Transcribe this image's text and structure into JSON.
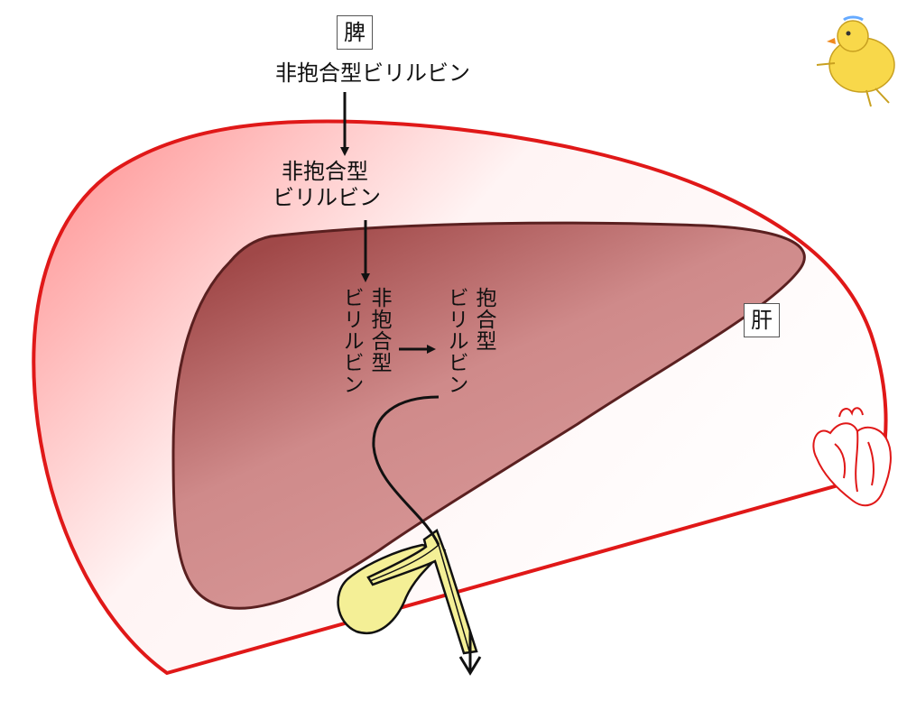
{
  "colors": {
    "organ_outline": "#e01818",
    "organ_fill_light": "#ffffff",
    "organ_fill_dark": "#ff8c8c",
    "liver_fill": "#d89090",
    "liver_fill_dark": "#a04848",
    "liver_outline": "#5a2020",
    "bile_duct": "#f4ef96",
    "bile_outline": "#111111"
  },
  "spleen": {
    "label": "脾",
    "substance": "非抱合型ビリルビン"
  },
  "blood": {
    "line1": "非抱合型",
    "line2": "ビリルビン"
  },
  "liver": {
    "label": "肝",
    "unconjugated_line1": "非抱合型",
    "unconjugated_line2": "ビリルビン",
    "conjugated_line1": "抱合型",
    "conjugated_line2": "ビリルビン"
  },
  "icons": {
    "chick": "chick-illustration-icon",
    "heart": "heart-outline-icon"
  }
}
